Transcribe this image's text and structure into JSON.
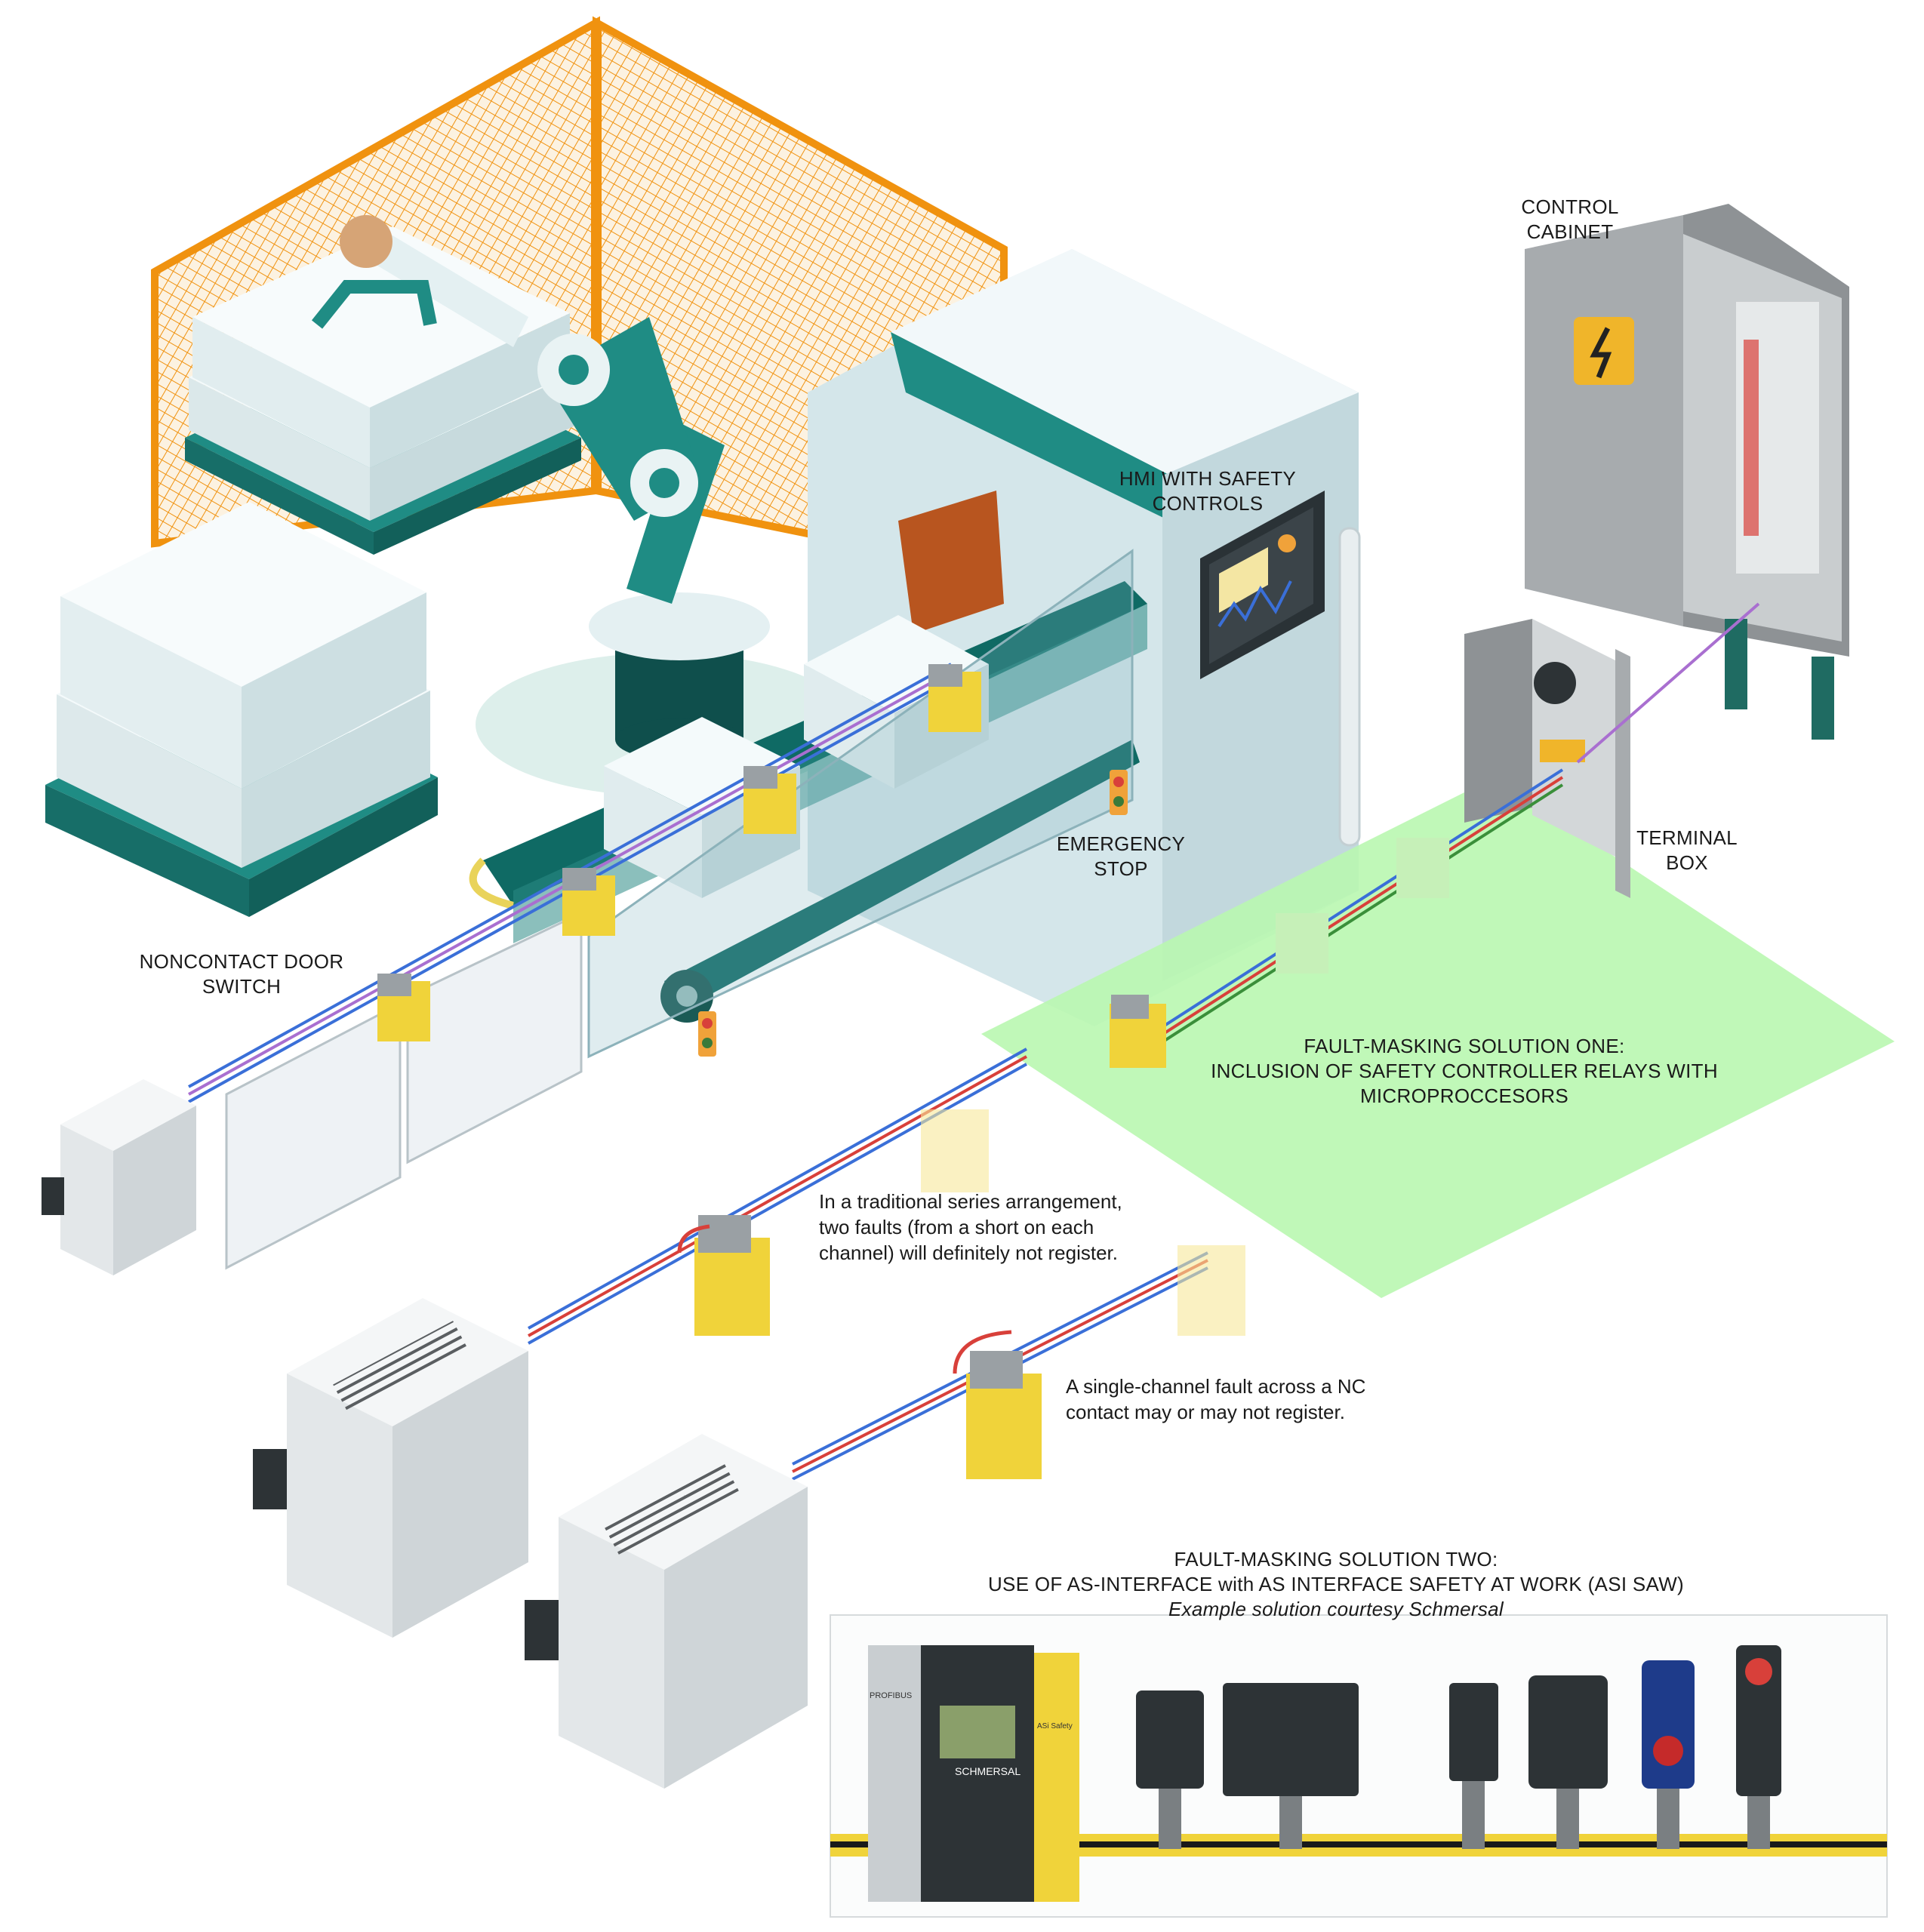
{
  "labels": {
    "control_cabinet": [
      "CONTROL",
      "CABINET"
    ],
    "hmi": [
      "HMI WITH SAFETY",
      "CONTROLS"
    ],
    "emergency_stop": [
      "EMERGENCY",
      "STOP"
    ],
    "terminal_box": [
      "TERMINAL",
      "BOX"
    ],
    "door_switch": [
      "NONCONTACT DOOR",
      "SWITCH"
    ],
    "solution_one": [
      "FAULT-MASKING SOLUTION ONE:",
      "INCLUSION OF SAFETY CONTROLLER RELAYS WITH",
      "MICROPROCCESORS"
    ],
    "solution_two": [
      "FAULT-MASKING SOLUTION TWO:",
      "USE OF AS-INTERFACE with AS INTERFACE SAFETY AT WORK (ASI SAW)"
    ],
    "courtesy": "Example solution courtesy Schmersal"
  },
  "notes": {
    "series": [
      "In a traditional series arrangement,",
      "two faults (from a short on each",
      "channel) will definitely not register."
    ],
    "single": [
      "A single-channel fault across a NC",
      "contact may or may not register."
    ]
  },
  "product_text": {
    "brand": "SCHMERSAL",
    "profibus": "PROFIBUS",
    "module": "ASi Safety"
  },
  "colors": {
    "fence": "#f0920f",
    "teal": "#1f8c84",
    "box": "#e6f1f2",
    "switch": "#f0d33a",
    "zone_green": "#b9f7b0",
    "wire_red": "#d8403a",
    "wire_blue": "#3a6fd8",
    "wire_purple": "#a96fd0",
    "cabinet": "#9fa3a6"
  }
}
